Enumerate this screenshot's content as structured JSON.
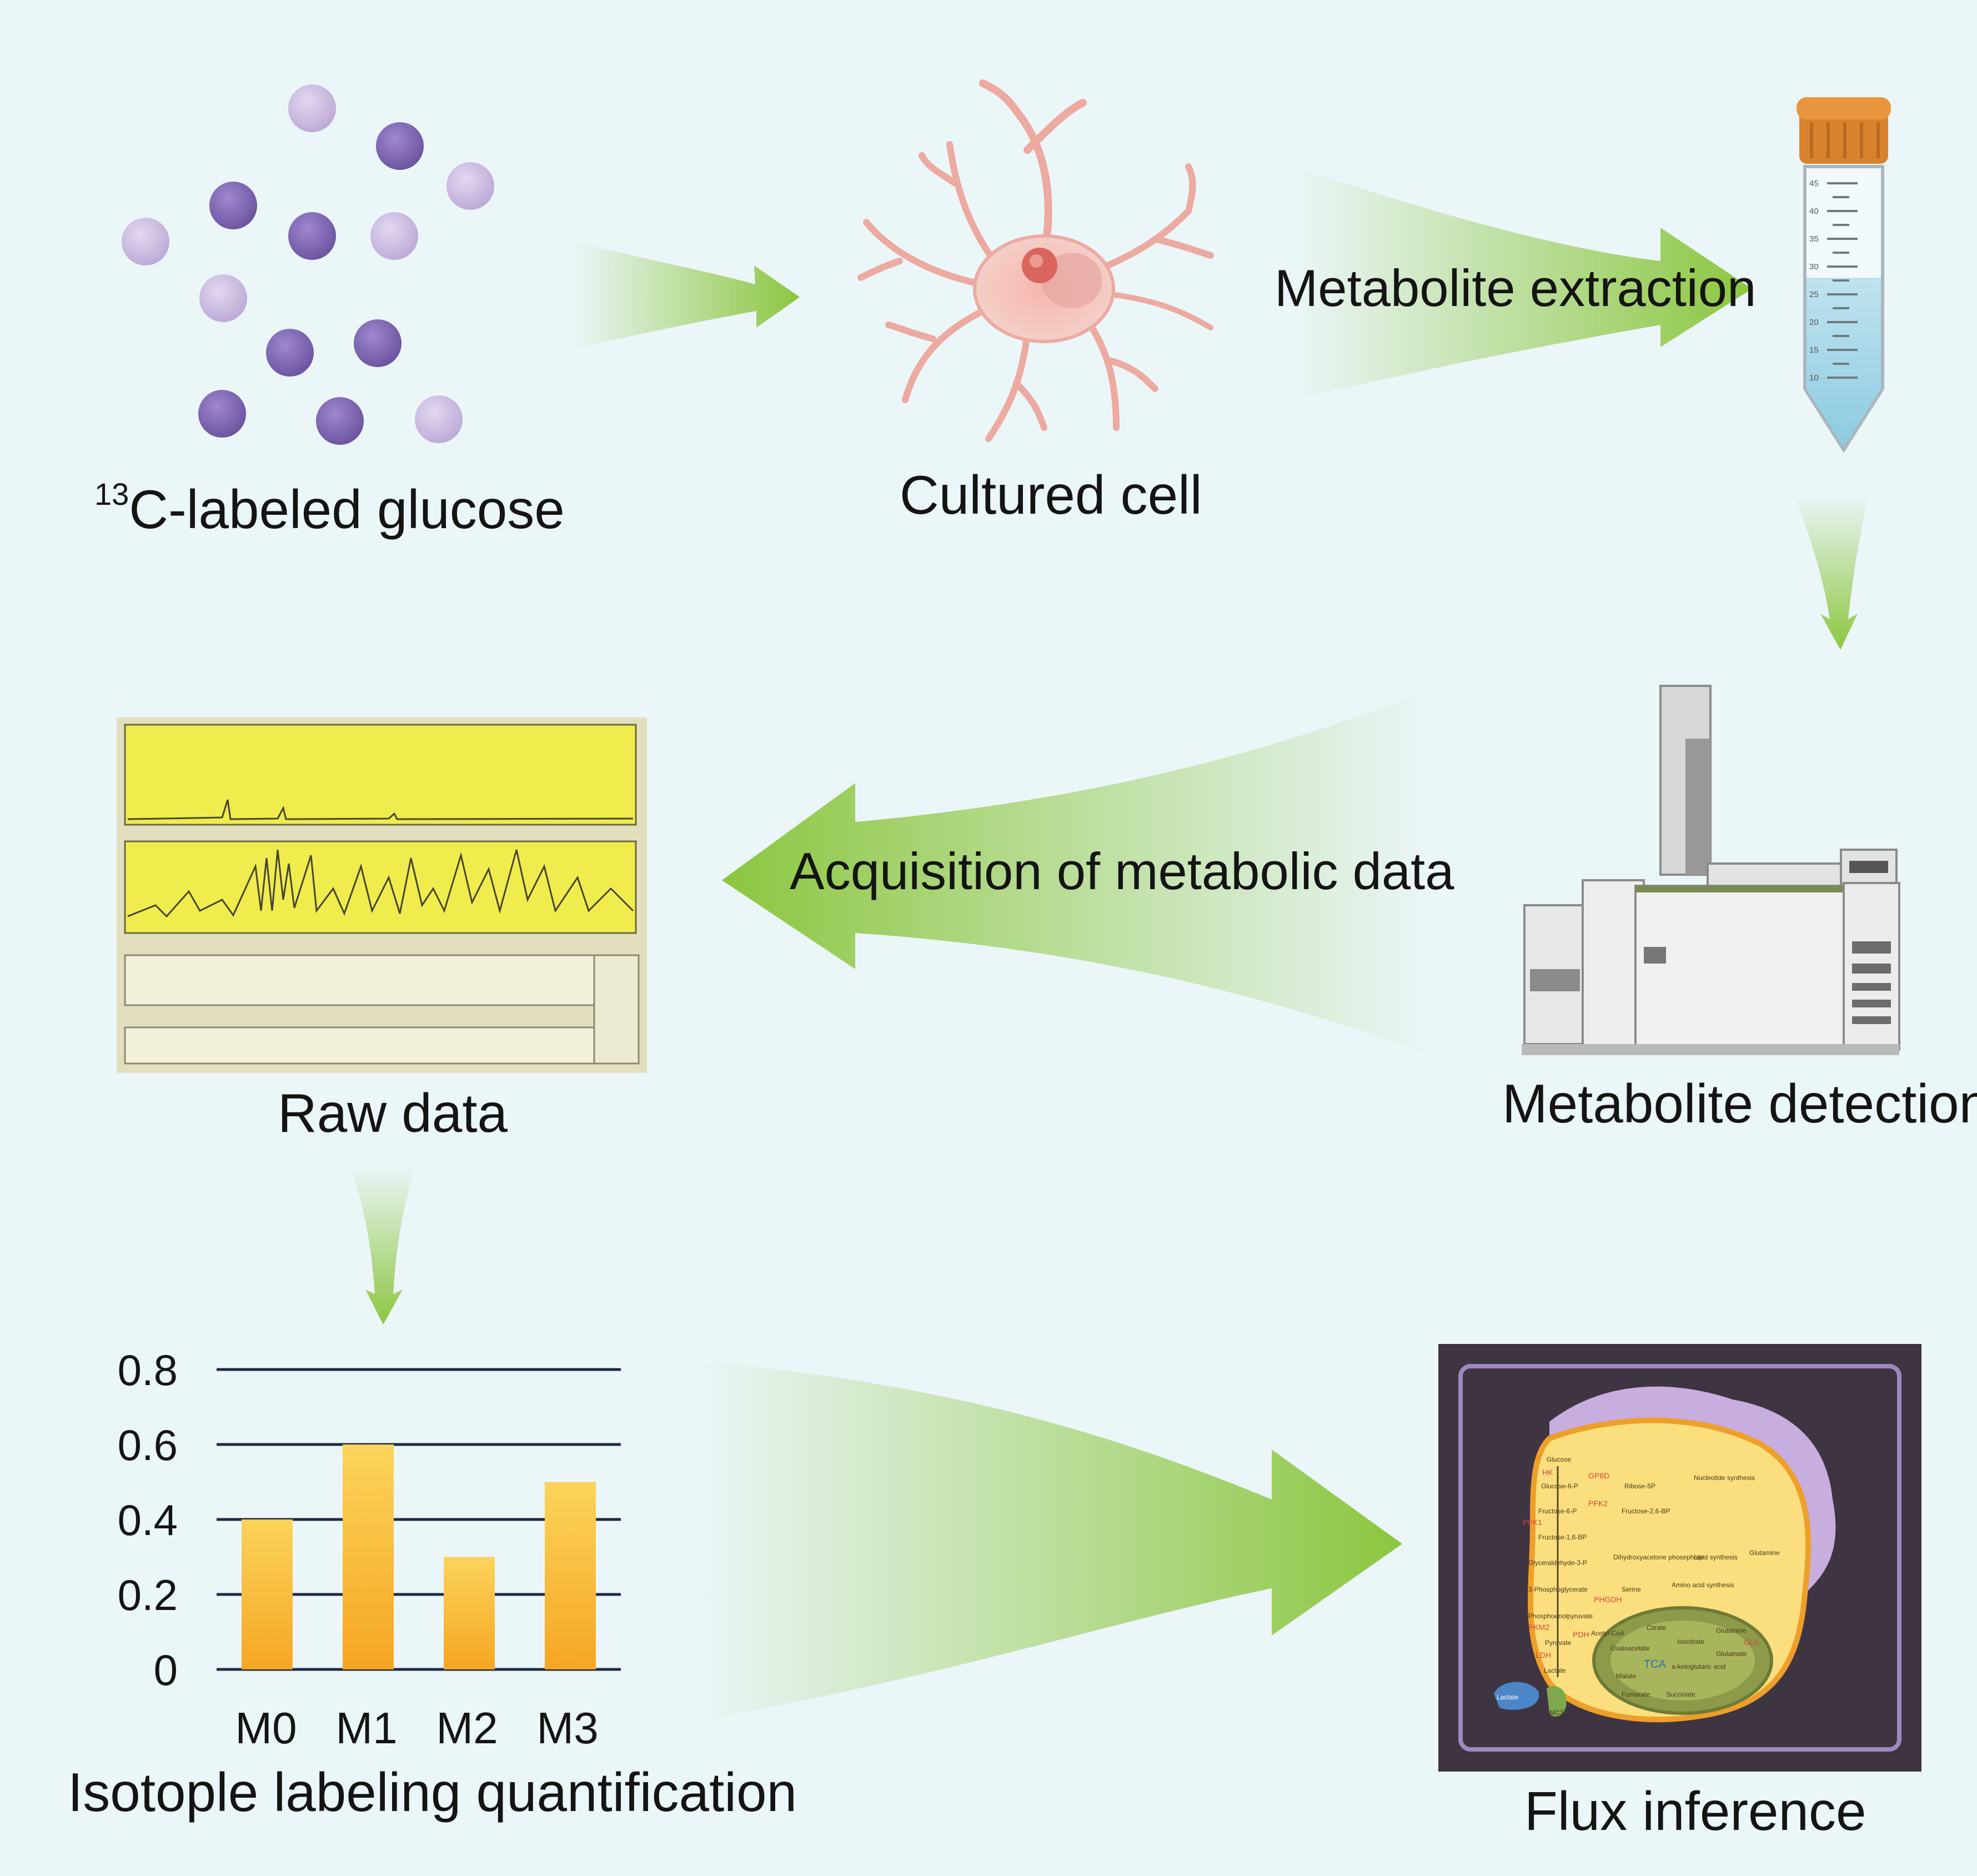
{
  "steps": {
    "glucose": {
      "sup": "13",
      "label": "C-labeled glucose"
    },
    "cell": {
      "label": "Cultured cell"
    },
    "extraction": {
      "label": "Metabolite extraction"
    },
    "detection": {
      "label": "Metabolite detection"
    },
    "acquisition": {
      "label": "Acquisition of metabolic data"
    },
    "raw": {
      "label": "Raw data"
    },
    "quant": {
      "label": "Isotople labeling quantification"
    },
    "flux": {
      "label": "Flux inference"
    }
  },
  "tube_marks": [
    "45",
    "40",
    "35",
    "30",
    "25",
    "20",
    "15",
    "10"
  ],
  "chart_data": {
    "type": "bar",
    "title": "",
    "xlabel": "",
    "ylabel": "",
    "categories": [
      "M0",
      "M1",
      "M2",
      "M3"
    ],
    "values": [
      0.4,
      0.6,
      0.3,
      0.5
    ],
    "yticks": [
      "0",
      "0.2",
      "0.4",
      "0.6",
      "0.8"
    ],
    "ylim": [
      0,
      0.8
    ],
    "grid": true
  },
  "pathway": {
    "metabolites": [
      "Glucose",
      "Glucose-6-P",
      "Ribose-5P",
      "Nucleotide synthesis",
      "Fructose-6-P",
      "Fructose-2,6-BP",
      "Fructose-1,6-BP",
      "Glyceraldehyde-3-P",
      "Dihydroxyacetone phosephate",
      "Lipid synthesis",
      "Glutamine",
      "3-Phosphoglycerate",
      "Serine",
      "Amino acid synthesis",
      "Phosphoenolpyruvate",
      "Pyruvate",
      "Acetyl-CoA",
      "Citrate",
      "Isocitrate",
      "Oxaloacetate",
      "Glutamine",
      "Glutamate",
      "Lactate",
      "Malate",
      "a-ketoglutaric acid",
      "Fumarate",
      "Succinate",
      "TCA",
      "Lactate",
      "MCT"
    ],
    "enzymes": [
      "HK",
      "GP6D",
      "PFK2",
      "PFK1",
      "PHGDH",
      "PKM2",
      "PDH",
      "LDH",
      "GLS"
    ]
  },
  "colors": {
    "background": "#ebf6f9",
    "arrow_green": "#8cc63f",
    "bar_top": "#fbd45a",
    "bar_bottom": "#f6a623",
    "dark_bead": "#7a62ad",
    "light_bead": "#c8b8de"
  }
}
